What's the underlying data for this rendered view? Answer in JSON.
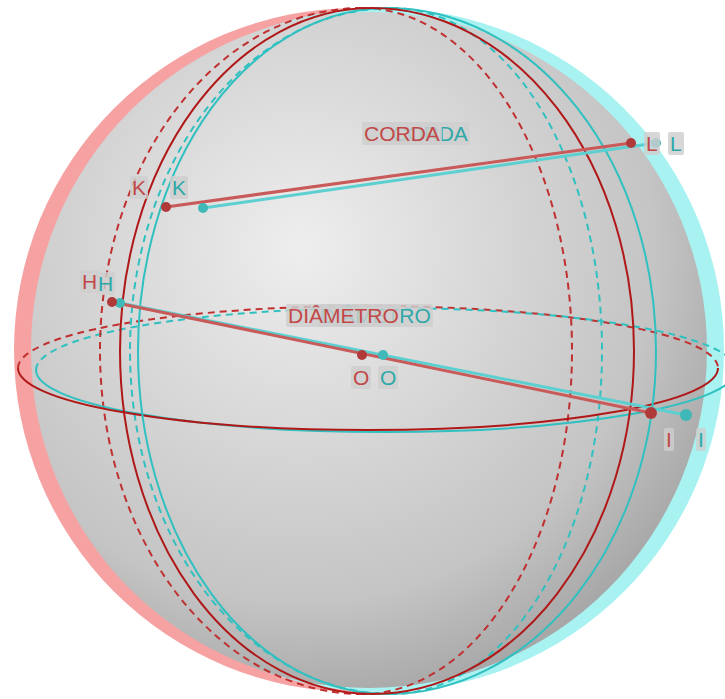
{
  "diagram": {
    "labels": [
      "CORDA",
      "CORDA",
      "K",
      "K",
      "L",
      "L",
      "H",
      "H",
      "DIÂMETRO",
      "DIÂMETRO",
      "O",
      "O",
      "I",
      "I"
    ]
  }
}
